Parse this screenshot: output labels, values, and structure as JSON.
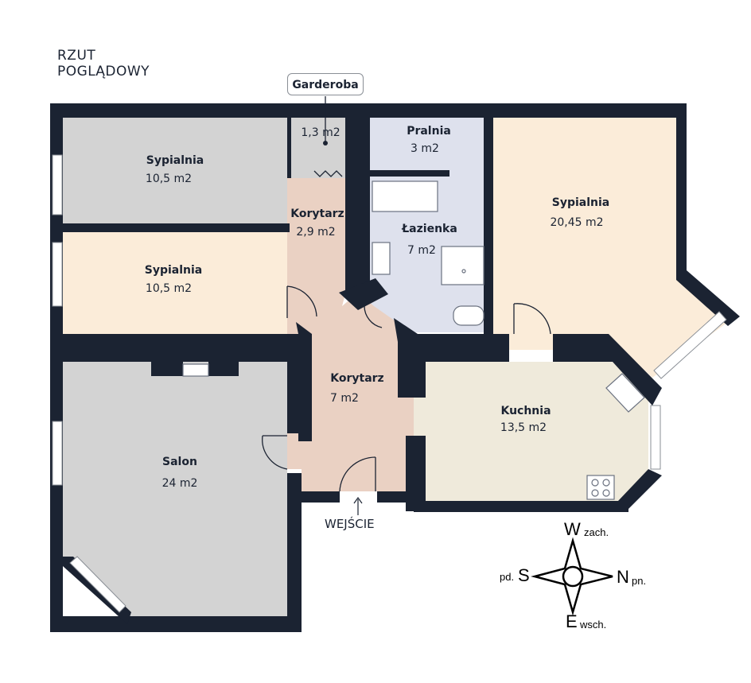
{
  "title": [
    "RZUT",
    "POGLĄDOWY"
  ],
  "garderoba_label": "Garderoba",
  "entrance": "WEJŚCIE",
  "rooms": [
    {
      "name": "Sypialnia",
      "area": "10,5 m2"
    },
    {
      "name": "Sypialnia",
      "area": "10,5 m2"
    },
    {
      "name": "",
      "area": "1,3 m2"
    },
    {
      "name": "Korytarz",
      "area": "2,9 m2"
    },
    {
      "name": "Pralnia",
      "area": "3 m2"
    },
    {
      "name": "Łazienka",
      "area": "7 m2"
    },
    {
      "name": "Sypialnia",
      "area": "20,45 m2"
    },
    {
      "name": "Korytarz",
      "area": "7 m2"
    },
    {
      "name": "Kuchnia",
      "area": "13,5 m2"
    },
    {
      "name": "Salon",
      "area": "24 m2"
    }
  ],
  "compass": {
    "west": "W",
    "west_sub": "zach.",
    "south": "S",
    "south_sub": "pd.",
    "north": "N",
    "north_sub": "pn.",
    "east": "E",
    "east_sub": "wsch."
  },
  "colors": {
    "wall": "#1b2332",
    "bedroom_grey": "#d3d3d3",
    "bedroom_peach": "#fbecd9",
    "corridor": "#ead1c3",
    "bathroom": "#dee1ed",
    "kitchen": "#efeadb",
    "salon": "#d3d3d3"
  }
}
